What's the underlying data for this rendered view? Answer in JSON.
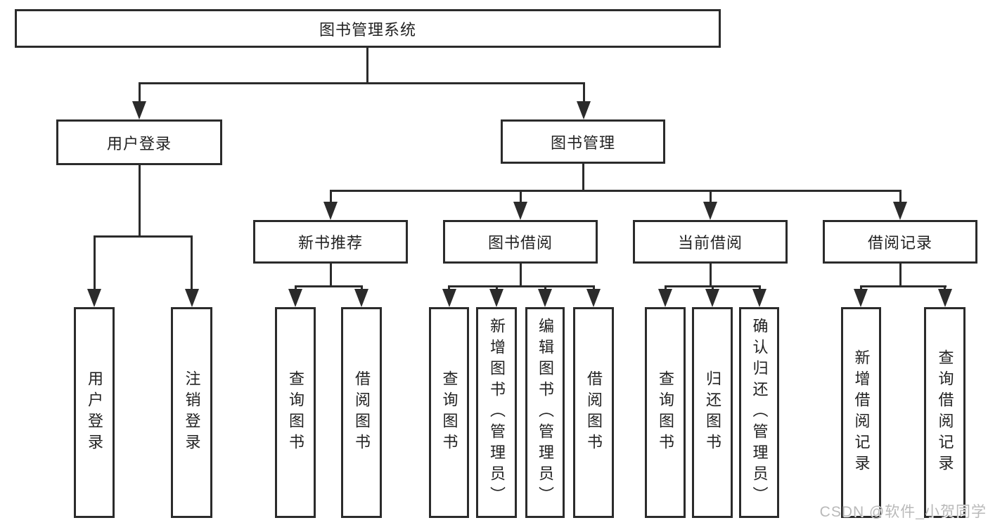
{
  "diagram": {
    "root": "图书管理系统",
    "level2": [
      "用户登录",
      "图书管理"
    ],
    "level3": [
      "新书推荐",
      "图书借阅",
      "当前借阅",
      "借阅记录"
    ],
    "leaves": {
      "user_login": [
        "用户登录",
        "注销登录"
      ],
      "new_books": [
        "查询图书",
        "借阅图书"
      ],
      "book_borrow": [
        "查询图书",
        "新增图书（管理员）",
        "编辑图书（管理员）",
        "借阅图书"
      ],
      "current_borrow": [
        "查询图书",
        "归还图书",
        "确认归还（管理员）"
      ],
      "borrow_records": [
        "新增借阅记录",
        "查询借阅记录"
      ]
    },
    "watermark": "CSDN @软件_小贺同学",
    "colors": {
      "line": "#2b2b2b",
      "text": "#222222",
      "box_background": "#ffffff",
      "page_background": "#ffffff",
      "watermark": "#b9b9b9"
    }
  }
}
